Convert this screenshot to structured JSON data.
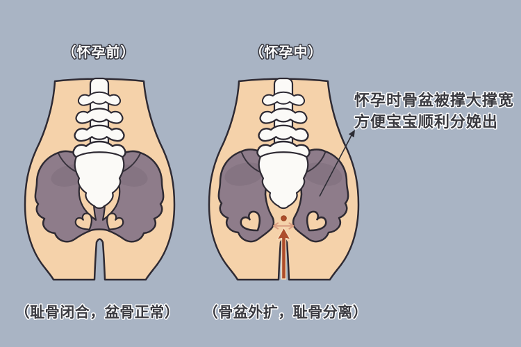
{
  "illustration": {
    "background_color": "#a9b4c4",
    "skin_color": "#f5d2aa",
    "bone_color": "#8e7c8a",
    "bone_shade_color": "#7a6a78",
    "spine_color": "#fbfaf7",
    "outline_color": "#2e2a33",
    "separation_arrow_color": "#ae4d2b",
    "spread_arrow_color": "#dba083",
    "pointer_line_color": "#2c2c34",
    "title_text_color": "#ffffff",
    "caption_text_color": "#3a3a40"
  },
  "panels": [
    {
      "title": "（怀孕前）",
      "caption": "（耻骨闭合，盆骨正常）"
    },
    {
      "title": "（怀孕中）",
      "caption": "（骨盆外扩，耻骨分离）"
    }
  ],
  "annotation": {
    "line1": "怀孕时骨盆被撑大撑宽",
    "line2": "方便宝宝顺利分娩出"
  }
}
